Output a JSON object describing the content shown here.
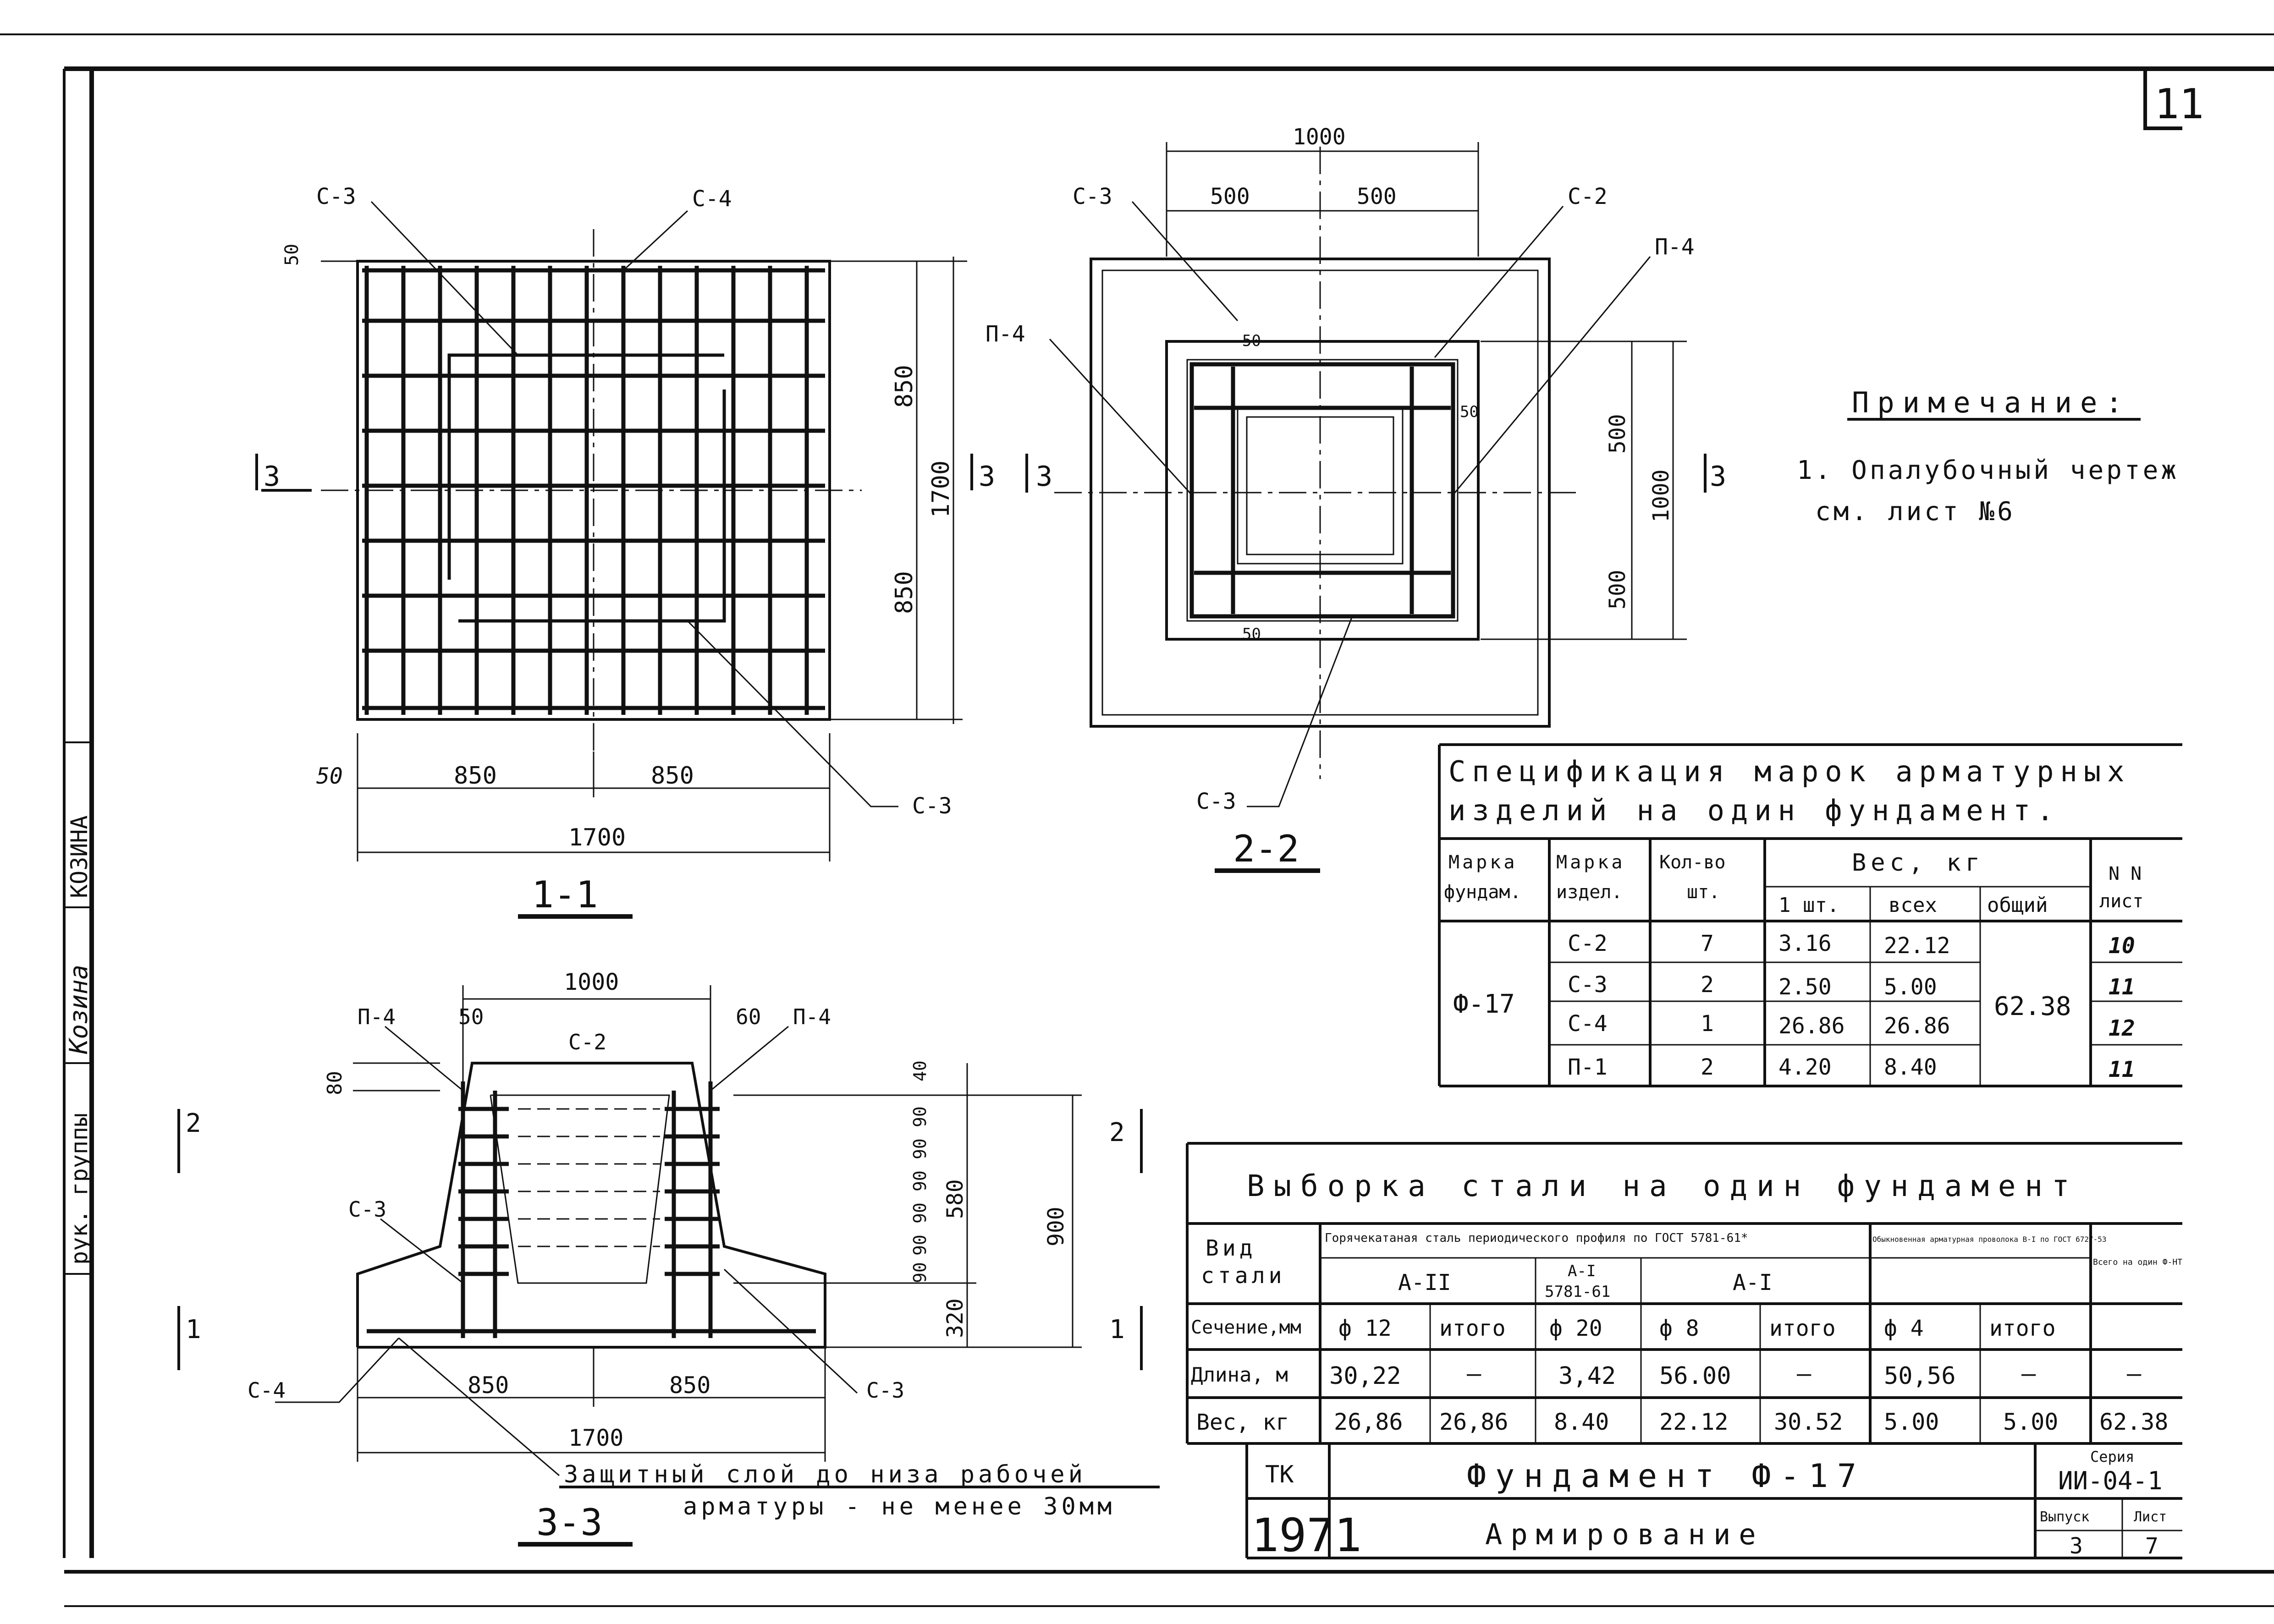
{
  "sheet": {
    "number": "11"
  },
  "stamp": {
    "role": "рук. группы",
    "name": "КОЗИНА",
    "signature": "Козина"
  },
  "section_11": {
    "title": "1-1",
    "labels": {
      "c3_top": "С-3",
      "c4": "С-4",
      "c3_bottom": "С-3",
      "cut": "3",
      "cut_right": "3"
    },
    "dims": {
      "cover_top": "50",
      "cover_left": "50",
      "half_left": "850",
      "half_right": "850",
      "total": "1700",
      "v_upper": "850",
      "v_lower": "850",
      "v_total": "1700"
    }
  },
  "section_22": {
    "title": "2-2",
    "labels": {
      "c3_top": "С-3",
      "c2": "С-2",
      "p4_right": "П-4",
      "p4_left": "П-4",
      "c3_bottom": "С-3",
      "cut_left": "3",
      "cut_right": "3"
    },
    "dims": {
      "total": "1000",
      "half_left": "500",
      "half_right": "500",
      "v_upper": "500",
      "v_lower": "500",
      "v_total": "1000",
      "in_top": "50",
      "in_right": "50",
      "in_bottom": "50"
    }
  },
  "section_33": {
    "title": "3-3",
    "labels": {
      "p4_left": "П-4",
      "p4_right": "П-4",
      "c2": "С-2",
      "c3_left": "С-3",
      "c4": "С-4",
      "c3_right": "С-3",
      "cut_2": "2",
      "cut_1": "1",
      "cut_2r": "2",
      "cut_1r": "1"
    },
    "dims": {
      "total_top": "1000",
      "edge_left": "50",
      "edge_right": "60",
      "top_80": "80",
      "d40": "40",
      "d90a": "90",
      "d90b": "90",
      "d90c": "90",
      "d90d": "90",
      "d90e": "90",
      "d90f": "90",
      "h580": "580",
      "h900": "900",
      "h320": "320",
      "half_left": "850",
      "half_right": "850",
      "total": "1700"
    },
    "note_line1": "Защитный слой до низа рабочей",
    "note_line2": "арматуры - не менее 30мм"
  },
  "note": {
    "heading": "Примечание:",
    "line1": "1. Опалубочный чертеж",
    "line2": "см. лист №6"
  },
  "spec_table": {
    "title_line1": "Спецификация марок арматурных",
    "title_line2": "изделий на один фундамент.",
    "headers": {
      "mark_found": [
        "Марка",
        "фундам."
      ],
      "mark_item": [
        "Марка",
        "издел."
      ],
      "qty": [
        "Кол-во",
        "шт."
      ],
      "weight": "Вес, кг",
      "w_one": "1 шт.",
      "w_all": "всех",
      "w_total": "общий",
      "sheet": [
        "N N",
        "лист"
      ]
    },
    "foundation": "Ф-17",
    "total": "62.38",
    "rows": [
      {
        "item": "С-2",
        "qty": "7",
        "w1": "3.16",
        "wall": "22.12",
        "sheet": "10"
      },
      {
        "item": "С-3",
        "qty": "2",
        "w1": "2.50",
        "wall": "5.00",
        "sheet": "11"
      },
      {
        "item": "С-4",
        "qty": "1",
        "w1": "26.86",
        "wall": "26.86",
        "sheet": "12"
      },
      {
        "item": "П-1",
        "qty": "2",
        "w1": "4.20",
        "wall": "8.40",
        "sheet": "11"
      }
    ]
  },
  "steel_table": {
    "title": "Выборка стали на один фундамент",
    "group_hot": "Горячекатаная сталь периодического профиля по ГОСТ 5781-61*",
    "group_wire": "Обыкновенная арматурная проволока В-I по ГОСТ 6727-53",
    "group_total": "Всего на один Ф-НТ",
    "kind_label": [
      "Вид",
      "стали"
    ],
    "class_a2": "А-II",
    "class_a1_gost": [
      "А-I",
      "5781-61"
    ],
    "class_a1": "А-I",
    "rows": {
      "section": {
        "label": "Сечение,мм",
        "cells": [
          "ф 12",
          "итого",
          "ф 20",
          "ф 8",
          "итого",
          "ф 4",
          "итого"
        ]
      },
      "length": {
        "label": "Длина, м",
        "cells": [
          "30,22",
          "—",
          "3,42",
          "56.00",
          "—",
          "50,56",
          "—",
          "—"
        ]
      },
      "weight": {
        "label": "Вес, кг",
        "cells": [
          "26,86",
          "26,86",
          "8.40",
          "22.12",
          "30.52",
          "5.00",
          "5.00",
          "62.38"
        ]
      }
    }
  },
  "title_block": {
    "org": "ТК",
    "year": "1971",
    "name": "Фундамент Ф-17",
    "subject": "Армирование",
    "series_label": "Серия",
    "series": "ИИ-04-1",
    "issue_label": "Выпуск",
    "issue": "3",
    "sheet_label": "Лист",
    "sheet": "7"
  }
}
